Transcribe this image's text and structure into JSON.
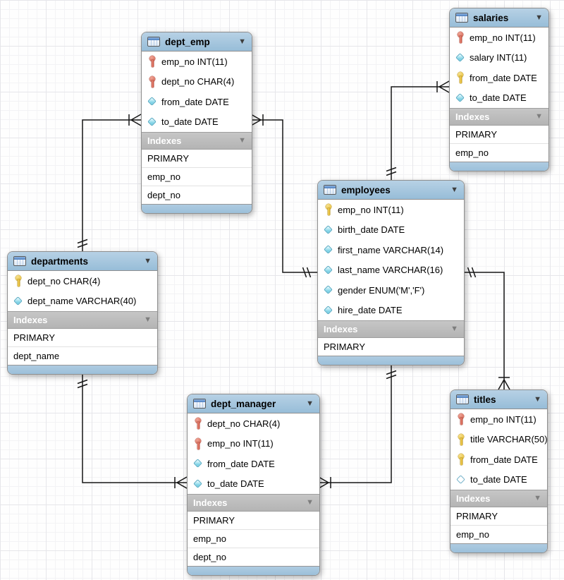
{
  "diagram": {
    "kind": "EER database diagram",
    "glyphs": {
      "caret": "▼"
    },
    "colors": {
      "table_header_blue": "#a3c6de",
      "indexes_band_gray": "#bdbdbd",
      "relationship_line": "#161616",
      "primary_key_yellow": "#e5ba2e",
      "foreign_key_red": "#d2604f",
      "notnull_diamond_cyan": "#7fd2e6",
      "grid_line": "#e6e6ea"
    },
    "tables": [
      {
        "name": "dept_emp",
        "indexes_label": "Indexes",
        "columns": [
          {
            "icon": "foreign-key-icon",
            "text": "emp_no INT(11)"
          },
          {
            "icon": "foreign-key-icon",
            "text": "dept_no CHAR(4)"
          },
          {
            "icon": "column-notnull-icon",
            "text": "from_date DATE"
          },
          {
            "icon": "column-notnull-icon",
            "text": "to_date DATE"
          }
        ],
        "indexes": [
          "PRIMARY",
          "emp_no",
          "dept_no"
        ]
      },
      {
        "name": "salaries",
        "indexes_label": "Indexes",
        "columns": [
          {
            "icon": "foreign-key-icon",
            "text": "emp_no INT(11)"
          },
          {
            "icon": "column-notnull-icon",
            "text": "salary INT(11)"
          },
          {
            "icon": "primary-key-icon",
            "text": "from_date DATE"
          },
          {
            "icon": "column-notnull-icon",
            "text": "to_date DATE"
          }
        ],
        "indexes": [
          "PRIMARY",
          "emp_no"
        ]
      },
      {
        "name": "employees",
        "indexes_label": "Indexes",
        "columns": [
          {
            "icon": "primary-key-icon",
            "text": "emp_no INT(11)"
          },
          {
            "icon": "column-notnull-icon",
            "text": "birth_date DATE"
          },
          {
            "icon": "column-notnull-icon",
            "text": "first_name VARCHAR(14)"
          },
          {
            "icon": "column-notnull-icon",
            "text": "last_name VARCHAR(16)"
          },
          {
            "icon": "column-notnull-icon",
            "text": "gender ENUM('M','F')"
          },
          {
            "icon": "column-notnull-icon",
            "text": "hire_date DATE"
          }
        ],
        "indexes": [
          "PRIMARY"
        ]
      },
      {
        "name": "departments",
        "indexes_label": "Indexes",
        "columns": [
          {
            "icon": "primary-key-icon",
            "text": "dept_no CHAR(4)"
          },
          {
            "icon": "column-notnull-icon",
            "text": "dept_name VARCHAR(40)"
          }
        ],
        "indexes": [
          "PRIMARY",
          "dept_name"
        ]
      },
      {
        "name": "dept_manager",
        "indexes_label": "Indexes",
        "columns": [
          {
            "icon": "foreign-key-icon",
            "text": "dept_no CHAR(4)"
          },
          {
            "icon": "foreign-key-icon",
            "text": "emp_no INT(11)"
          },
          {
            "icon": "column-notnull-icon",
            "text": "from_date DATE"
          },
          {
            "icon": "column-notnull-icon",
            "text": "to_date DATE"
          }
        ],
        "indexes": [
          "PRIMARY",
          "emp_no",
          "dept_no"
        ]
      },
      {
        "name": "titles",
        "indexes_label": "Indexes",
        "columns": [
          {
            "icon": "foreign-key-icon",
            "text": "emp_no INT(11)"
          },
          {
            "icon": "primary-key-icon",
            "text": "title VARCHAR(50)"
          },
          {
            "icon": "primary-key-icon",
            "text": "from_date DATE"
          },
          {
            "icon": "column-nullable-icon",
            "text": "to_date DATE"
          }
        ],
        "indexes": [
          "PRIMARY",
          "emp_no"
        ]
      }
    ],
    "relationships": [
      {
        "one_side": "departments",
        "many_side": "dept_emp",
        "notation": "one-to-many"
      },
      {
        "one_side": "employees",
        "many_side": "dept_emp",
        "notation": "one-to-many"
      },
      {
        "one_side": "employees",
        "many_side": "salaries",
        "notation": "one-to-many"
      },
      {
        "one_side": "employees",
        "many_side": "titles",
        "notation": "one-to-many"
      },
      {
        "one_side": "employees",
        "many_side": "dept_manager",
        "notation": "one-to-many"
      },
      {
        "one_side": "departments",
        "many_side": "dept_manager",
        "notation": "one-to-many"
      }
    ]
  }
}
